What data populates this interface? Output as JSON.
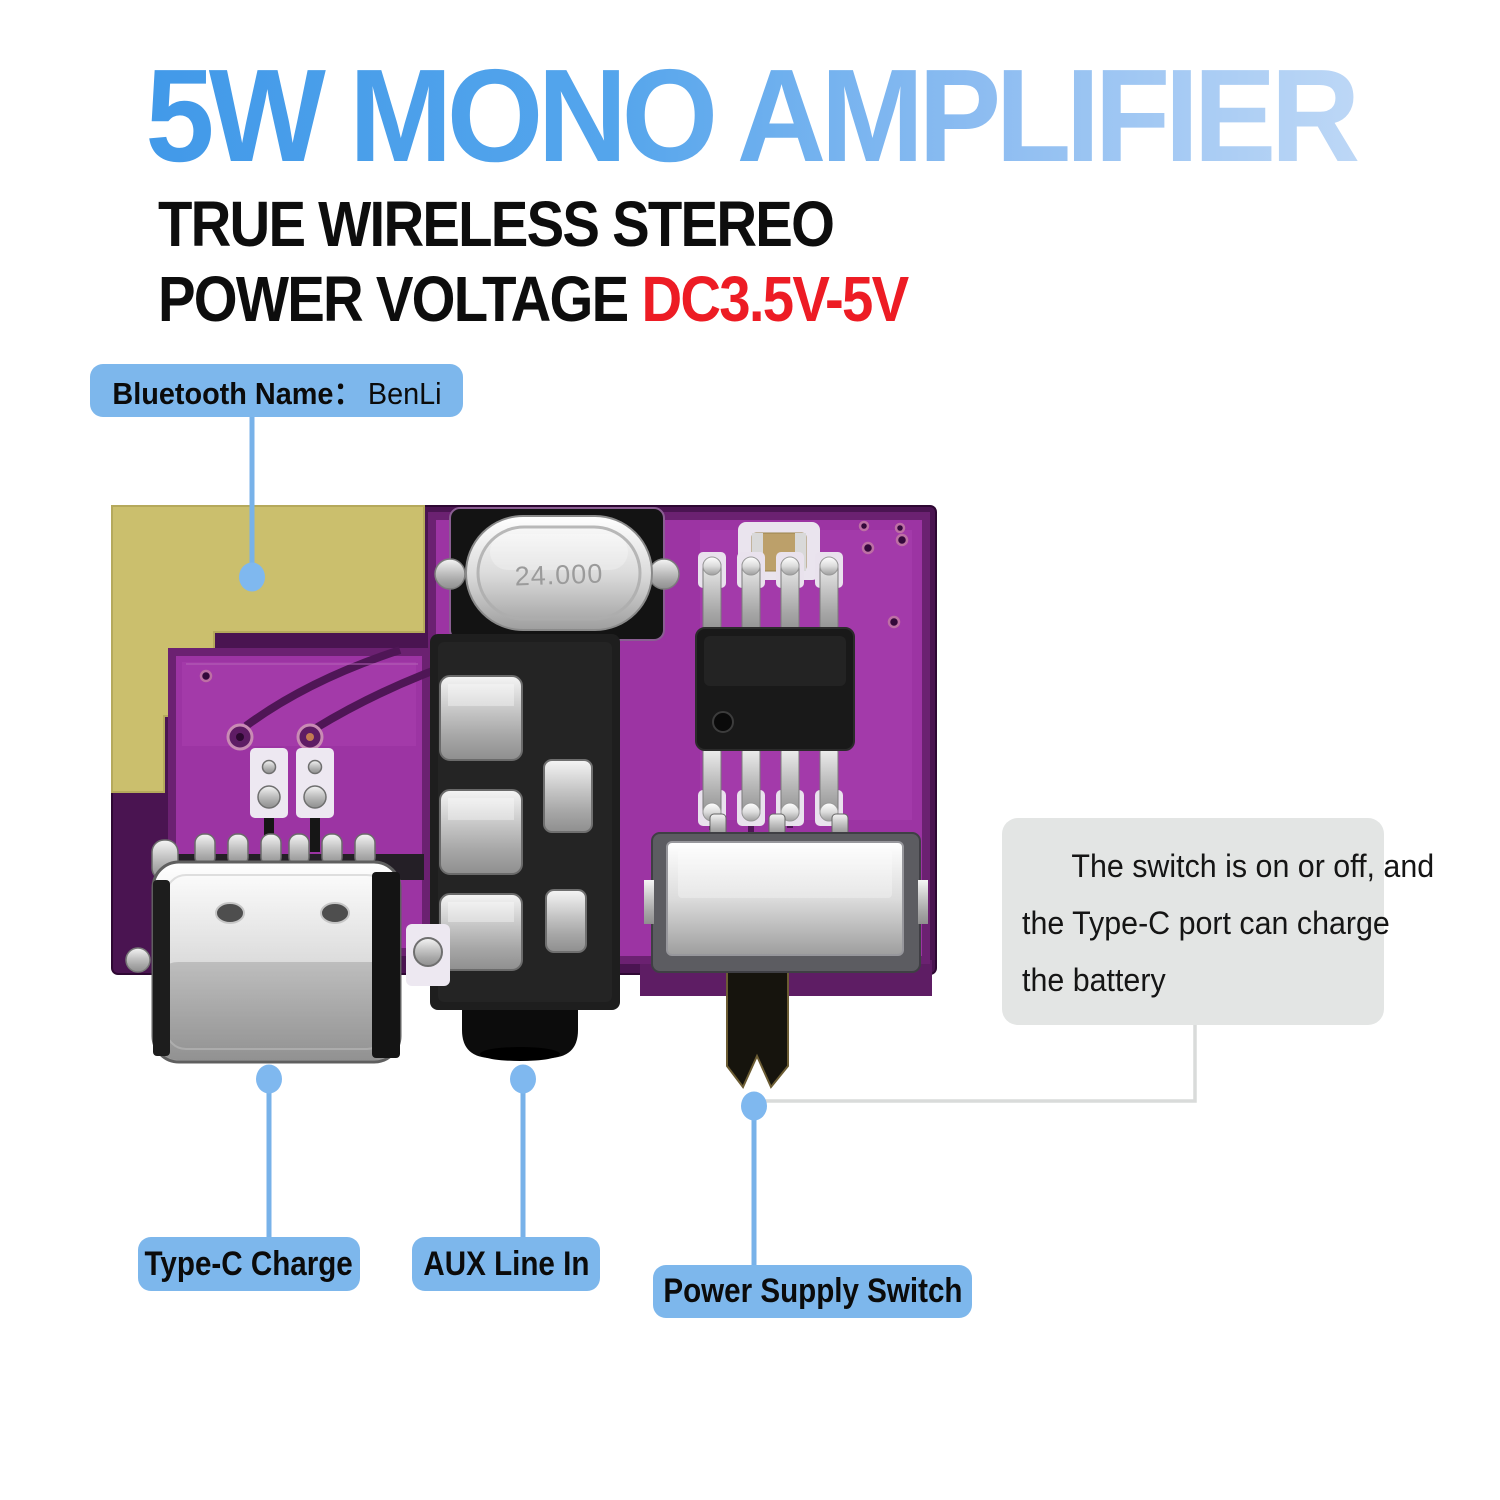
{
  "title": {
    "text": "5W MONO AMPLIFIER",
    "gradient_left": "#3E97E8",
    "gradient_right": "#C9DEF7"
  },
  "subtitle": {
    "line1": "TRUE WIRELESS STEREO",
    "line2_black": "POWER VOLTAGE",
    "line2_red": "DC3.5V-5V",
    "red_color": "#ED1C24"
  },
  "labels": {
    "bluetooth_key": "Bluetooth Name：",
    "bluetooth_value": "BenLi",
    "type_c": "Type-C Charge",
    "aux": "AUX Line In",
    "power": "Power Supply Switch"
  },
  "note": {
    "lines": [
      "The switch is on or off, and",
      "the Type-C port can charge",
      "the battery"
    ]
  },
  "board": {
    "crystal_marking": "24.000"
  },
  "colors": {
    "label_bg": "#7DB7EC",
    "leader_line": "#78B2E9",
    "leader_dot": "#7FB8EF",
    "note_bg": "#E3E5E4",
    "note_line": "#D9DBDA",
    "pcb_magenta": "#9C34A3",
    "pcb_dark": "#4A1451",
    "antenna_yellow": "#CBBF6D"
  }
}
